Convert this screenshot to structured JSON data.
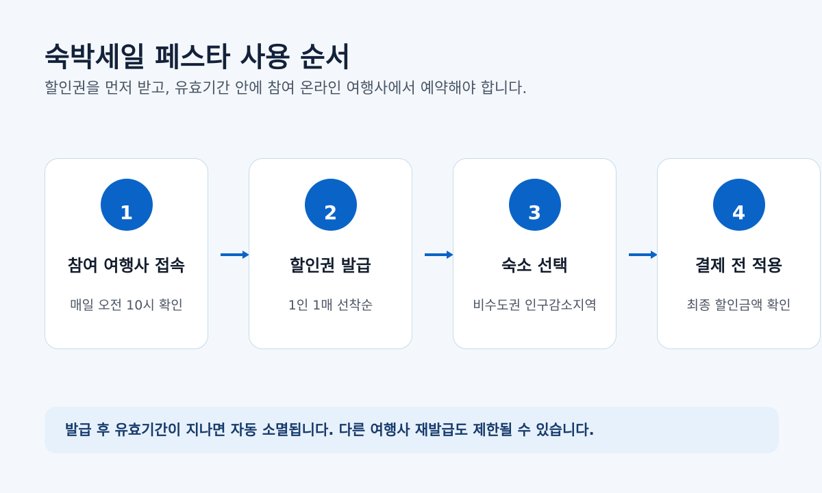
{
  "header": {
    "title": "숙박세일 페스타 사용 순서",
    "subtitle": "할인권을 먼저 받고, 유효기간 안에 참여 온라인 여행사에서 예약해야 합니다."
  },
  "steps": [
    {
      "number": "1",
      "title": "참여 여행사 접속",
      "desc": "매일 오전 10시 확인"
    },
    {
      "number": "2",
      "title": "할인권 발급",
      "desc": "1인 1매 선착순"
    },
    {
      "number": "3",
      "title": "숙소 선택",
      "desc": "비수도권 인구감소지역"
    },
    {
      "number": "4",
      "title": "결제 전 적용",
      "desc": "최종 할인금액 확인"
    }
  ],
  "connectors": {
    "icon": "arrow-right-icon"
  },
  "notice": {
    "text": "발급 후 유효기간이 지나면 자동 소멸됩니다. 다른 여행사 재발급도 제한될 수 있습니다."
  },
  "theme": {
    "bg": "#f4f8fc",
    "accent": "#0a64c8",
    "title": "#13223a",
    "subtitle": "#4a5565",
    "card_bg": "#ffffff",
    "card_border": "#c6dbea",
    "step_title": "#121c2c",
    "step_desc": "#4b5563",
    "notice_bg": "#e7f1fc",
    "notice_text": "#163a6b"
  }
}
